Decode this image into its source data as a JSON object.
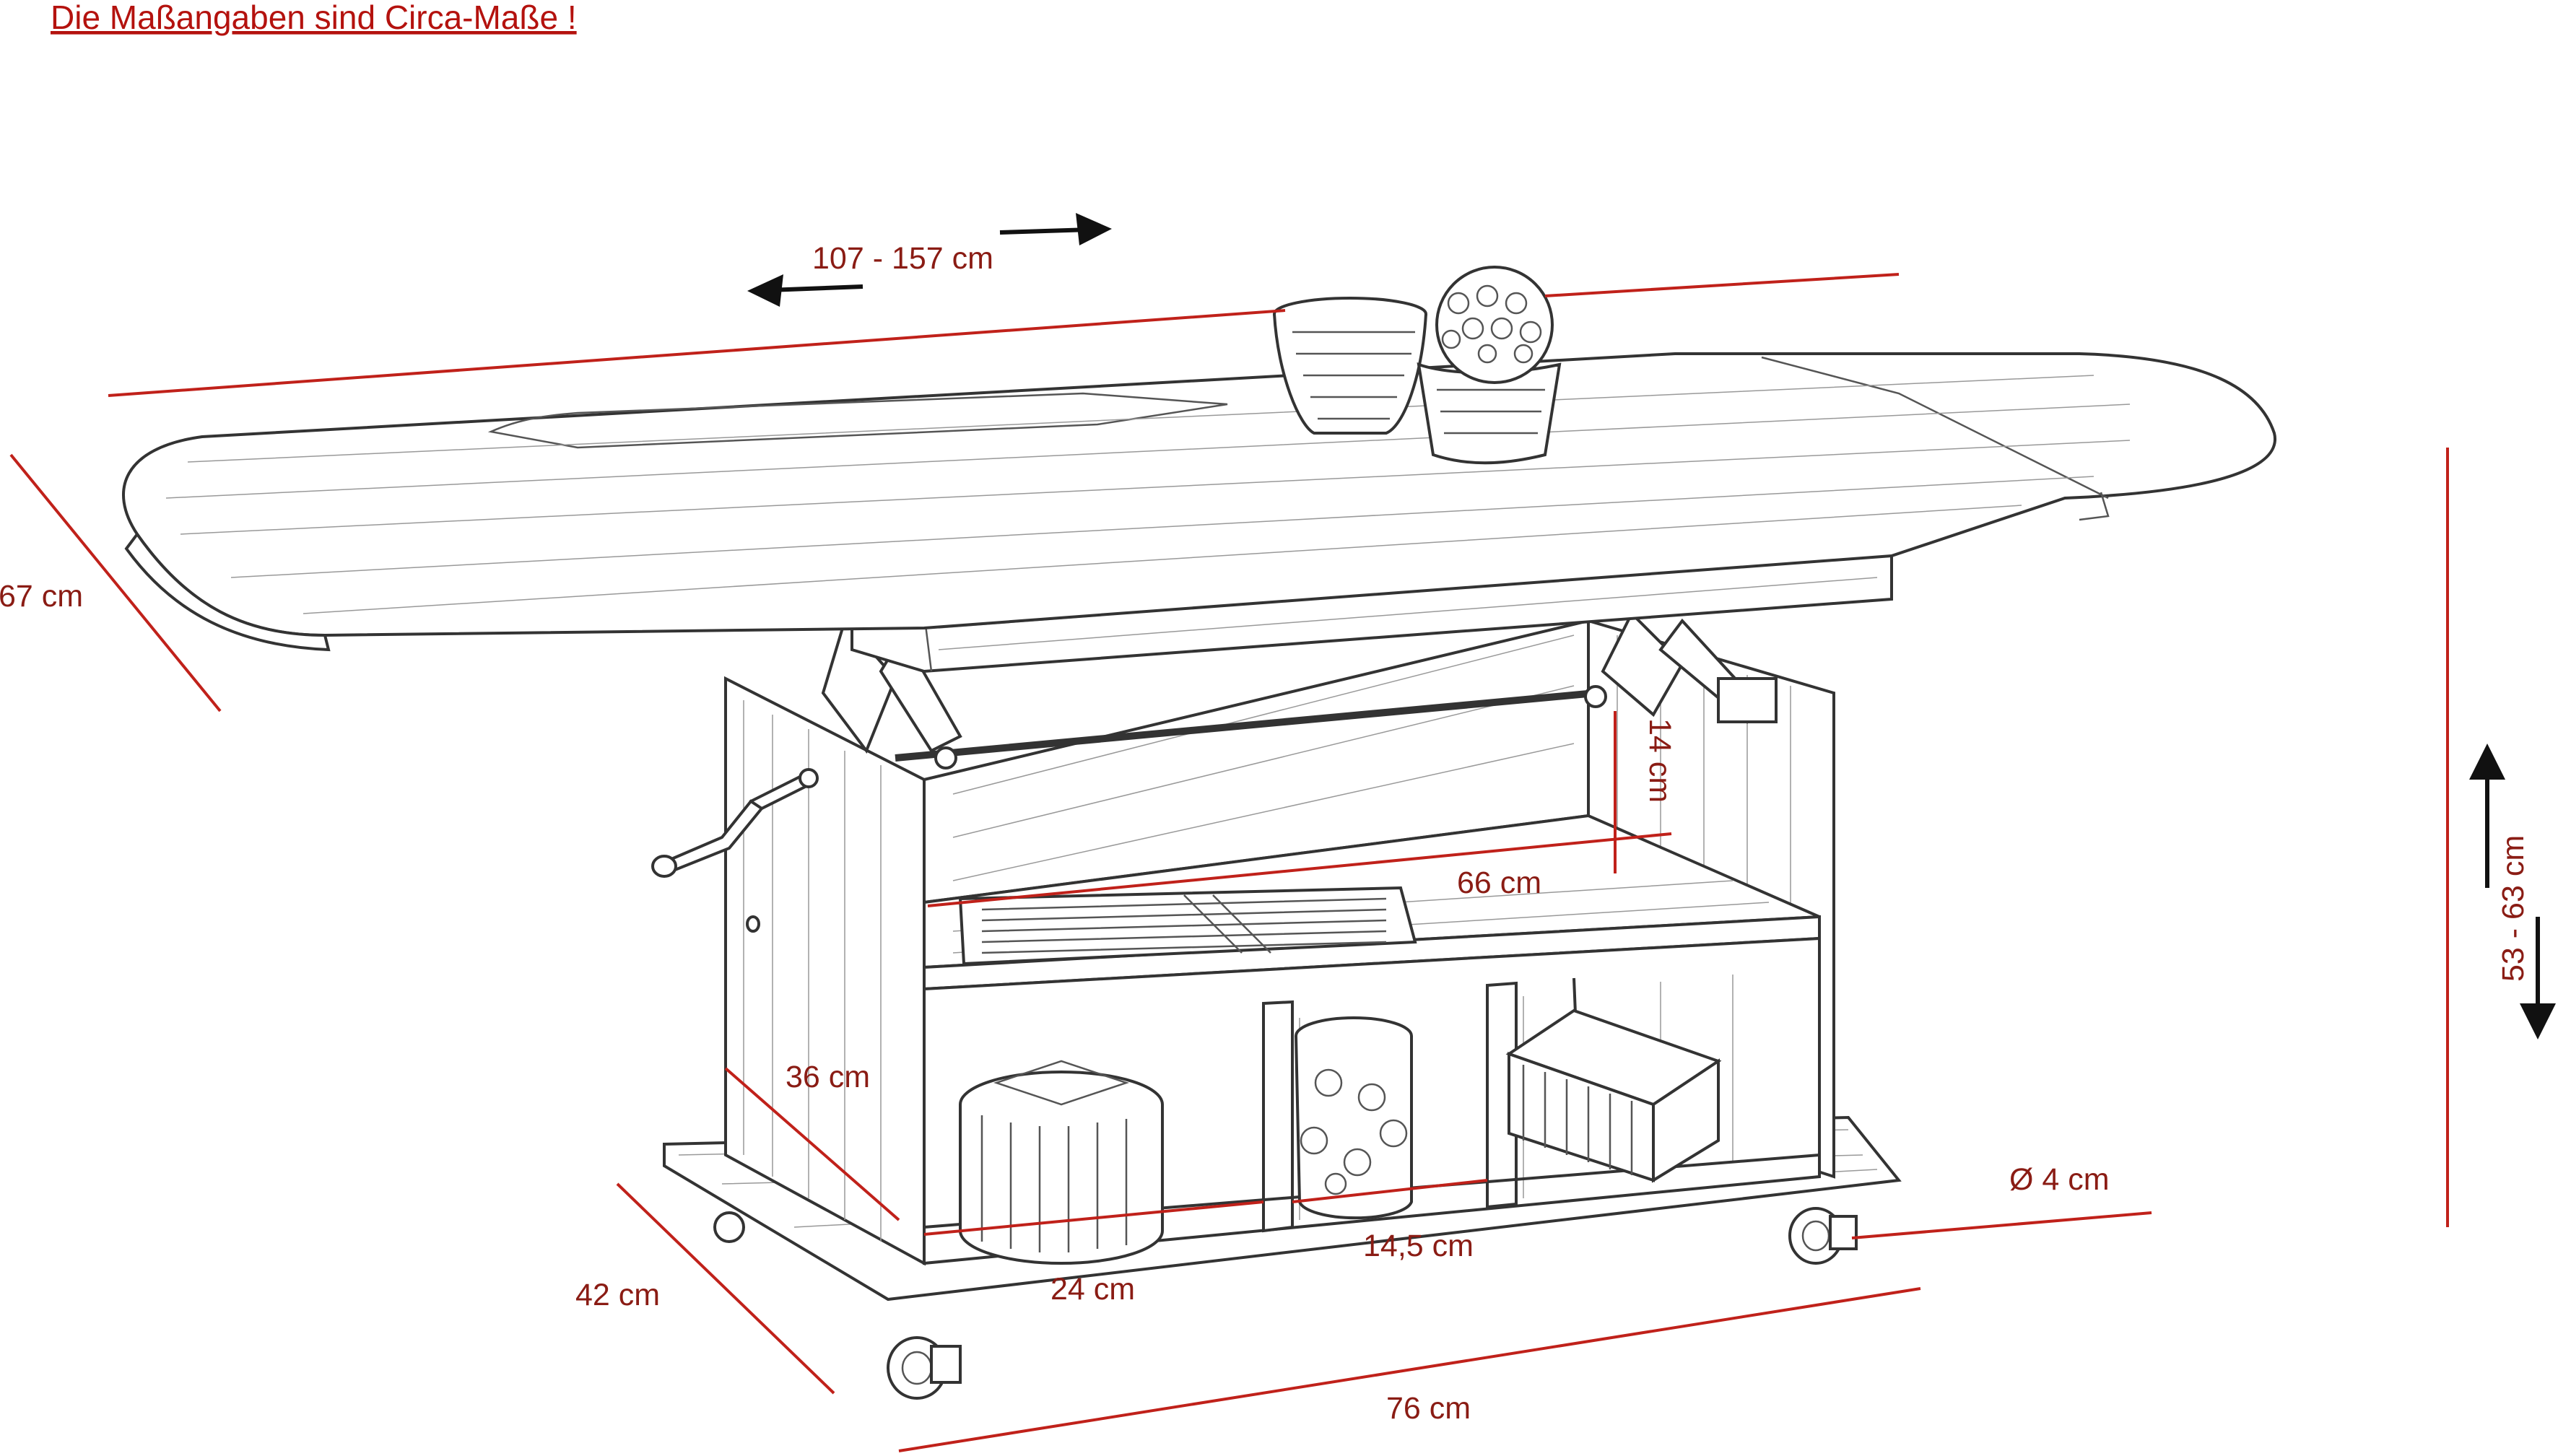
{
  "note": "Die Maßangaben sind Circa-Maße !",
  "dimensions": {
    "length": "107 - 157 cm",
    "depth": "67 cm",
    "height": "53 - 63 cm",
    "lift": "14 cm",
    "shelf_width": "66 cm",
    "compartment_height": "36 cm",
    "caster": "Ø 4 cm",
    "compartment_width": "24 cm",
    "compartment_small": "14,5 cm",
    "base_depth": "42 cm",
    "base_width": "76 cm"
  },
  "colors": {
    "dimension_line": "#c0211a",
    "label": "#8a1c14",
    "ink": "#333333"
  }
}
